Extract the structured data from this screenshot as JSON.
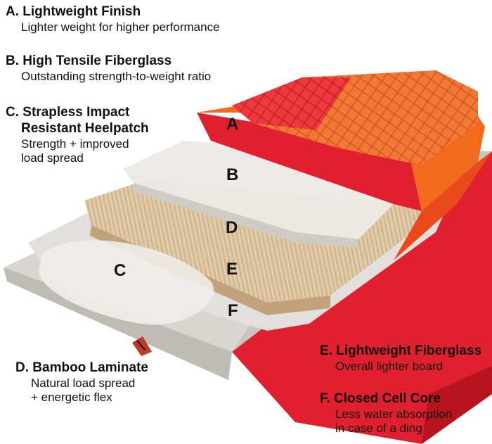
{
  "captions": {
    "a": {
      "title": "A. Lightweight Finish",
      "desc": "Lighter weight for higher performance"
    },
    "b": {
      "title": "B. High Tensile Fiberglass",
      "desc": "Outstanding strength-to-weight ratio"
    },
    "c": {
      "title_line1": "C. Strapless Impact",
      "title_line2": "Resistant Heelpatch",
      "desc_line1": "Strength + improved",
      "desc_line2": "load spread"
    },
    "d": {
      "title": "D. Bamboo Laminate",
      "desc_line1": "Natural load spread",
      "desc_line2": "+ energetic flex"
    },
    "e": {
      "title": "E. Lightweight Fiberglass",
      "desc": "Overall lighter board"
    },
    "f": {
      "title": "F. Closed Cell Core",
      "desc_line1": "Less water absorption",
      "desc_line2": "in case of a ding"
    }
  },
  "layer_letters": {
    "a": "A",
    "b": "B",
    "c": "C",
    "d": "D",
    "e": "E",
    "f": "F"
  },
  "colors": {
    "deck_red": "#e0202e",
    "deck_orange": "#f26a1b",
    "bamboo": "#d9c09a",
    "fiberglass": "#e6e4e0",
    "core": "#d8d6d1"
  }
}
